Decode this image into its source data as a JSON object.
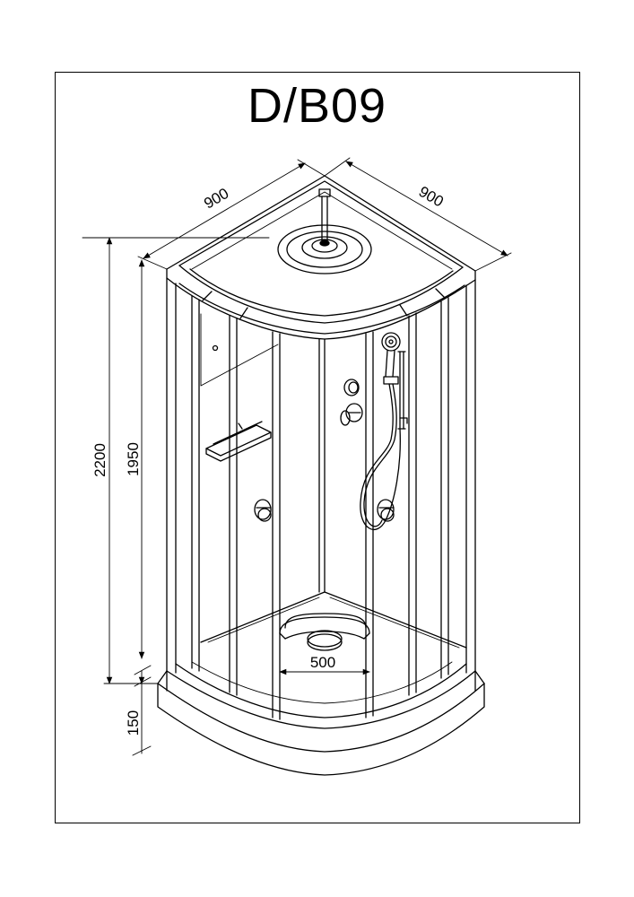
{
  "title": "D/B09",
  "dimensions": {
    "width_left": "900",
    "width_right": "900",
    "total_height": "2200",
    "cabin_height": "1950",
    "tray_height": "150",
    "seat_width": "500"
  },
  "colors": {
    "line": "#000000",
    "background": "#ffffff"
  }
}
